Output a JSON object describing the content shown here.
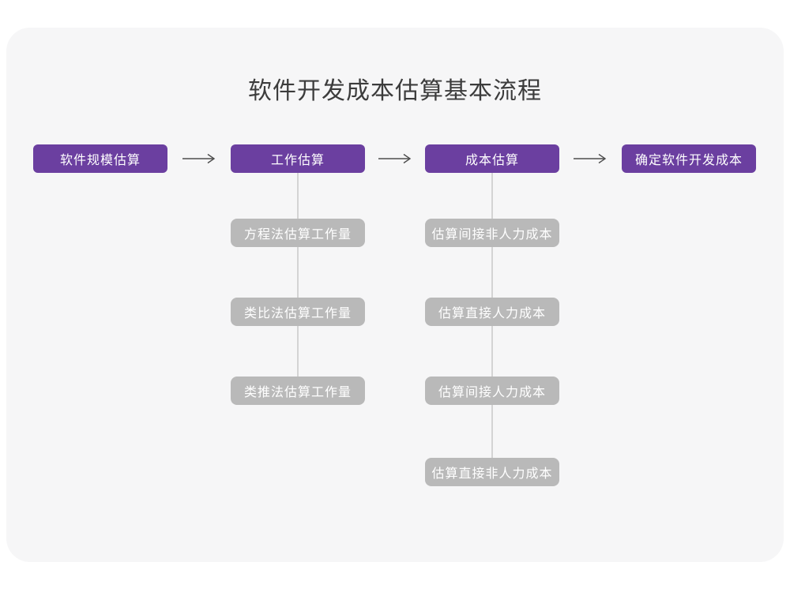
{
  "title": "软件开发成本估算基本流程",
  "colors": {
    "accent_purple": "#6B3FA0",
    "sub_box_gray": "#b9b9b9",
    "connector_gray": "#d4d4d4",
    "arrow_gray": "#4d4d4d",
    "canvas_bg": "#f6f6f7",
    "title_text": "#3c3c3c"
  },
  "flow": {
    "main_steps": [
      {
        "label": "软件规模估算"
      },
      {
        "label": "工作估算"
      },
      {
        "label": "成本估算"
      },
      {
        "label": "确定软件开发成本"
      }
    ],
    "sub_columns": [
      {
        "parent": "工作估算",
        "items": [
          "方程法估算工作量",
          "类比法估算工作量",
          "类推法估算工作量"
        ]
      },
      {
        "parent": "成本估算",
        "items": [
          "估算间接非人力成本",
          "估算直接人力成本",
          "估算间接人力成本",
          "估算直接非人力成本"
        ]
      }
    ]
  }
}
